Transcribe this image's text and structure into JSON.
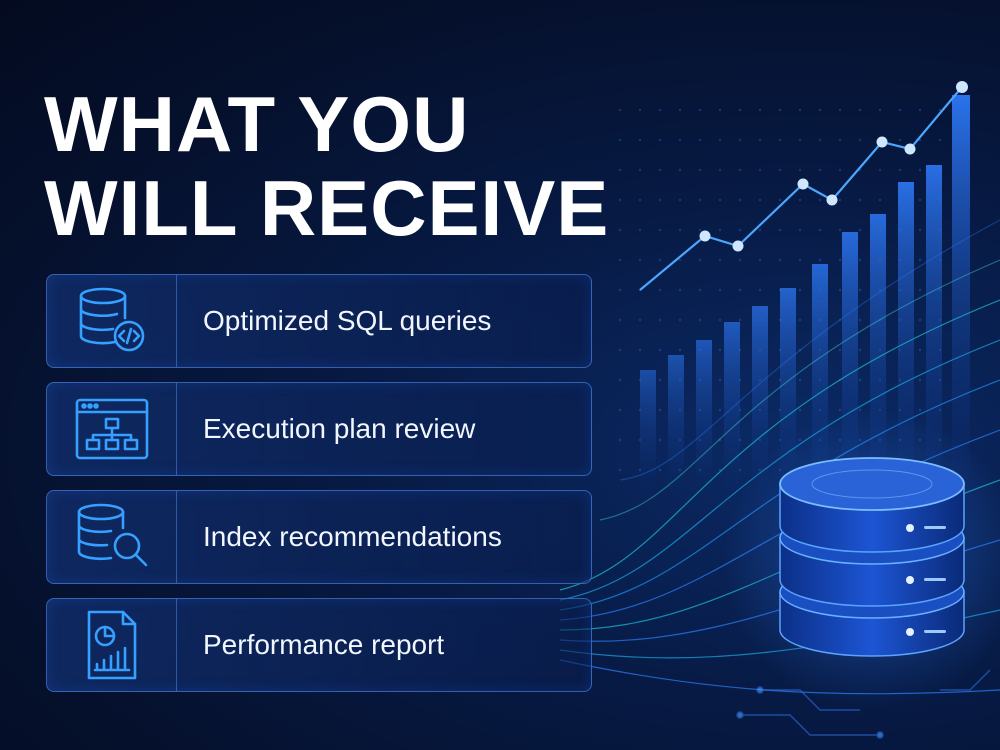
{
  "headline": {
    "line1": "WHAT YOU",
    "line2": "WILL RECEIVE"
  },
  "items": [
    {
      "label": "Optimized SQL queries",
      "icon": "database-code-icon"
    },
    {
      "label": "Execution plan review",
      "icon": "execution-plan-icon"
    },
    {
      "label": "Index recommendations",
      "icon": "database-search-icon"
    },
    {
      "label": "Performance report",
      "icon": "performance-report-icon"
    }
  ],
  "colors": {
    "background": "#071a44",
    "accent": "#2f8bff",
    "text": "#ffffff"
  }
}
